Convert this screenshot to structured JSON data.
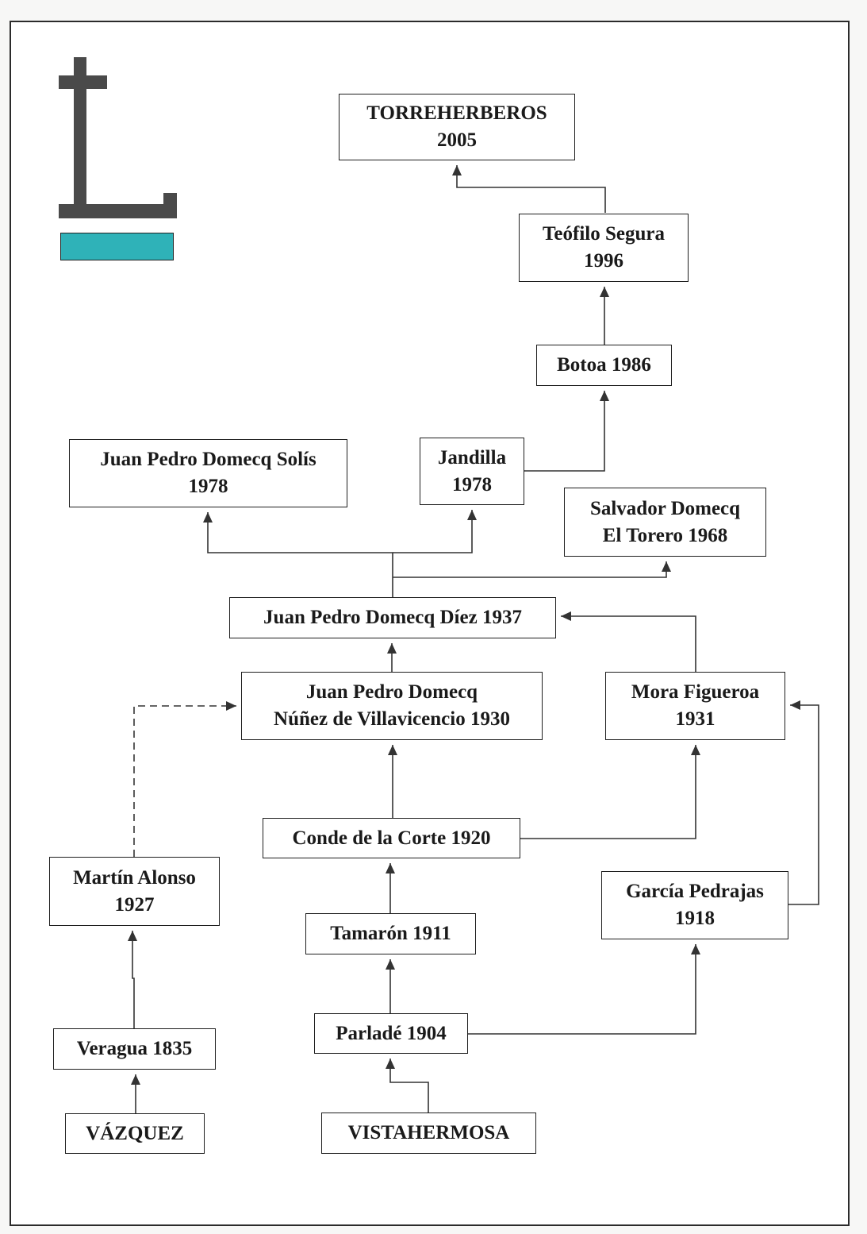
{
  "colors": {
    "line": "#333333",
    "brand_bar": "#2fb2b8",
    "brand_mark": "#4a4a4a"
  },
  "icons": [
    "brand-cross-icon"
  ],
  "nodes": {
    "torreherberos": {
      "l1": "TORREHERBEROS",
      "l2": "2005"
    },
    "teofilo": {
      "l1": "Teófilo Segura",
      "l2": "1996"
    },
    "botoa": {
      "l1": "Botoa 1986"
    },
    "jpd_solis": {
      "l1": "Juan Pedro Domecq Solís",
      "l2": "1978"
    },
    "jandilla": {
      "l1": "Jandilla",
      "l2": "1978"
    },
    "salvador": {
      "l1": "Salvador Domecq",
      "l2": "El Torero 1968"
    },
    "jpd_diez": {
      "l1": "Juan Pedro Domecq Díez 1937"
    },
    "jpd_nunez": {
      "l1": "Juan Pedro Domecq",
      "l2": "Núñez de Villavicencio 1930"
    },
    "mora": {
      "l1": "Mora Figueroa",
      "l2": "1931"
    },
    "conde": {
      "l1": "Conde de la Corte 1920"
    },
    "martin": {
      "l1": "Martín Alonso",
      "l2": "1927"
    },
    "garcia": {
      "l1": "García Pedrajas",
      "l2": "1918"
    },
    "tamaron": {
      "l1": "Tamarón 1911"
    },
    "parlade": {
      "l1": "Parladé 1904"
    },
    "veragua": {
      "l1": "Veragua 1835"
    },
    "vazquez": {
      "l1": "VÁZQUEZ"
    },
    "vistahermosa": {
      "l1": "VISTAHERMOSA"
    }
  },
  "links": [
    {
      "from": "teofilo",
      "to": "torreherberos",
      "style": "solid"
    },
    {
      "from": "botoa",
      "to": "teofilo",
      "style": "solid"
    },
    {
      "from": "jandilla",
      "to": "botoa",
      "style": "solid"
    },
    {
      "from": "jpd_diez",
      "to": "jpd_solis",
      "style": "solid"
    },
    {
      "from": "jpd_diez",
      "to": "jandilla",
      "style": "solid"
    },
    {
      "from": "jpd_diez",
      "to": "salvador",
      "style": "solid"
    },
    {
      "from": "jpd_nunez",
      "to": "jpd_diez",
      "style": "solid"
    },
    {
      "from": "mora",
      "to": "jpd_diez",
      "style": "solid"
    },
    {
      "from": "conde",
      "to": "jpd_nunez",
      "style": "solid"
    },
    {
      "from": "conde",
      "to": "mora",
      "style": "solid"
    },
    {
      "from": "garcia",
      "to": "mora",
      "style": "solid"
    },
    {
      "from": "martin",
      "to": "jpd_nunez",
      "style": "dashed"
    },
    {
      "from": "tamaron",
      "to": "conde",
      "style": "solid"
    },
    {
      "from": "parlade",
      "to": "tamaron",
      "style": "solid"
    },
    {
      "from": "parlade",
      "to": "garcia",
      "style": "solid"
    },
    {
      "from": "vistahermosa",
      "to": "parlade",
      "style": "solid"
    },
    {
      "from": "veragua",
      "to": "martin",
      "style": "solid"
    },
    {
      "from": "vazquez",
      "to": "veragua",
      "style": "solid"
    }
  ]
}
